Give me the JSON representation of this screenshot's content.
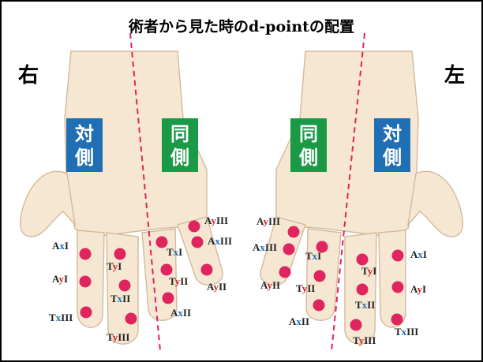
{
  "title": "術者から見た時のd-pointの配置",
  "hands": {
    "right": {
      "side_label": "右",
      "boxes": [
        {
          "chars": [
            "対",
            "側"
          ],
          "color": "#1f6fb4"
        },
        {
          "chars": [
            "同",
            "側"
          ],
          "color": "#1a9a47"
        }
      ]
    },
    "left": {
      "side_label": "左",
      "boxes": [
        {
          "chars": [
            "同",
            "側"
          ],
          "color": "#1a9a47"
        },
        {
          "chars": [
            "対",
            "側"
          ],
          "color": "#1f6fb4"
        }
      ]
    }
  },
  "points": [
    {
      "hand": "right",
      "prefix": "A",
      "mid": "x",
      "suffix": "I"
    },
    {
      "hand": "right",
      "prefix": "A",
      "mid": "y",
      "suffix": "I"
    },
    {
      "hand": "right",
      "prefix": "T",
      "mid": "x",
      "suffix": "III"
    },
    {
      "hand": "right",
      "prefix": "T",
      "mid": "y",
      "suffix": "I"
    },
    {
      "hand": "right",
      "prefix": "T",
      "mid": "x",
      "suffix": "II"
    },
    {
      "hand": "right",
      "prefix": "T",
      "mid": "y",
      "suffix": "III"
    },
    {
      "hand": "right",
      "prefix": "T",
      "mid": "x",
      "suffix": "I"
    },
    {
      "hand": "right",
      "prefix": "T",
      "mid": "y",
      "suffix": "II"
    },
    {
      "hand": "right",
      "prefix": "A",
      "mid": "x",
      "suffix": "II"
    },
    {
      "hand": "right",
      "prefix": "A",
      "mid": "y",
      "suffix": "III"
    },
    {
      "hand": "right",
      "prefix": "A",
      "mid": "x",
      "suffix": "III"
    },
    {
      "hand": "right",
      "prefix": "A",
      "mid": "y",
      "suffix": "II"
    },
    {
      "hand": "left",
      "prefix": "A",
      "mid": "y",
      "suffix": "III"
    },
    {
      "hand": "left",
      "prefix": "A",
      "mid": "x",
      "suffix": "III"
    },
    {
      "hand": "left",
      "prefix": "A",
      "mid": "y",
      "suffix": "II"
    },
    {
      "hand": "left",
      "prefix": "T",
      "mid": "x",
      "suffix": "I"
    },
    {
      "hand": "left",
      "prefix": "T",
      "mid": "y",
      "suffix": "II"
    },
    {
      "hand": "left",
      "prefix": "A",
      "mid": "x",
      "suffix": "II"
    },
    {
      "hand": "left",
      "prefix": "T",
      "mid": "y",
      "suffix": "I"
    },
    {
      "hand": "left",
      "prefix": "T",
      "mid": "x",
      "suffix": "II"
    },
    {
      "hand": "left",
      "prefix": "T",
      "mid": "y",
      "suffix": "III"
    },
    {
      "hand": "left",
      "prefix": "A",
      "mid": "x",
      "suffix": "I"
    },
    {
      "hand": "left",
      "prefix": "A",
      "mid": "y",
      "suffix": "I"
    },
    {
      "hand": "left",
      "prefix": "T",
      "mid": "x",
      "suffix": "III"
    }
  ],
  "colors": {
    "skin": "#f6e7d3",
    "skin_outline": "#d3b99c",
    "point": "#e0245e",
    "x_letter": "#1f6fb4",
    "y_letter": "#d0231f",
    "divider": "#e0245e",
    "frame": "#000000"
  }
}
